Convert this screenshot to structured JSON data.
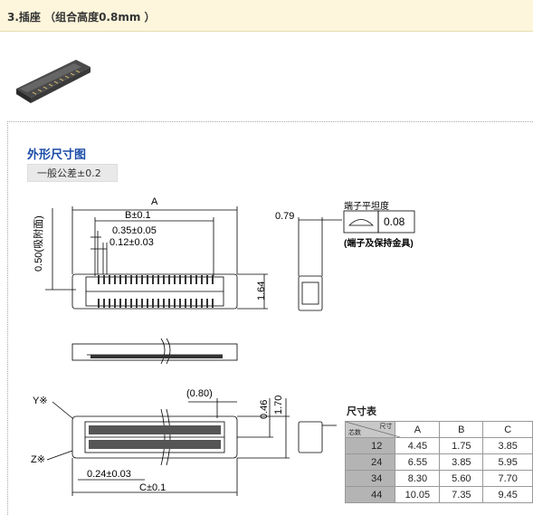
{
  "section_title": "3.插座 （组合高度0.8mm ）",
  "outline_heading": "外形尺寸图",
  "tolerance_note": "一般公差±0.2",
  "drawing_labels": {
    "A": "A",
    "B": "B±0.1",
    "pitch1": "0.35±0.05",
    "pitch2": "0.12±0.03",
    "side_dim": "0.50(吸附面)",
    "width_164": "1.64",
    "thickness": "0.79",
    "flatness_title": "端子平坦度",
    "flatness_value": "0.08",
    "flatness_note": "(端子及保持金具)",
    "y_mark": "Y※",
    "z_mark": "Z※",
    "paren_080": "(0.80)",
    "dim_046": "0.46",
    "dim_170": "1.70",
    "dim_024": "0.24±0.03",
    "C": "C±0.1"
  },
  "dim_table": {
    "title": "尺寸表",
    "corner_top": "尺寸",
    "corner_bottom": "芯数",
    "columns": [
      "A",
      "B",
      "C"
    ],
    "rows": [
      {
        "pins": "12",
        "values": [
          "4.45",
          "1.75",
          "3.85"
        ]
      },
      {
        "pins": "24",
        "values": [
          "6.55",
          "3.85",
          "5.95"
        ]
      },
      {
        "pins": "34",
        "values": [
          "8.30",
          "5.60",
          "7.70"
        ]
      },
      {
        "pins": "44",
        "values": [
          "10.05",
          "7.35",
          "9.45"
        ]
      }
    ]
  }
}
